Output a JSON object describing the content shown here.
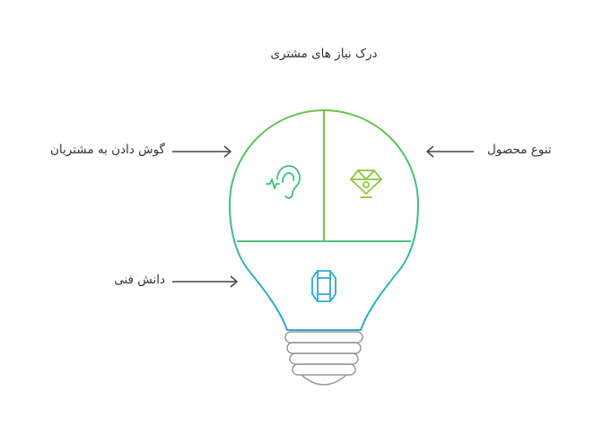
{
  "title": "درک نیاز های مشتری",
  "sections": {
    "listening": {
      "label": "گوش دادن به مشتریان",
      "icon": "ear-icon",
      "color": "#3dbf7a"
    },
    "product": {
      "label": "تنوع محصول",
      "icon": "jewel-icon",
      "color": "#8dc63f"
    },
    "technical": {
      "label": "دانش فنی",
      "icon": "hexagon-prism-icon",
      "color": "#2ea8d8"
    }
  },
  "arrow_color": "#444444",
  "bulb_base_color": "#9a9a9a"
}
